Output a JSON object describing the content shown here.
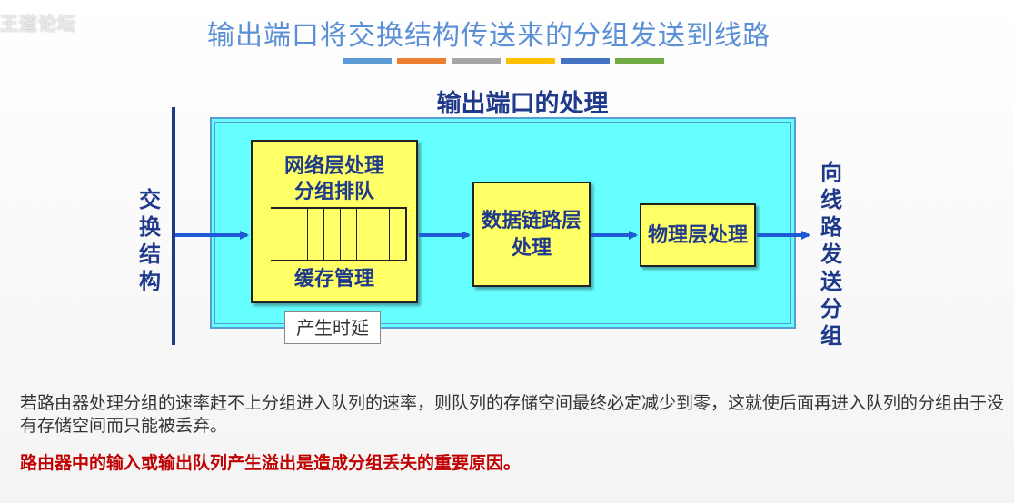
{
  "watermark": "王道论坛",
  "title": "输出端口将交换结构传送来的分组发送到线路",
  "color_bars": [
    "#5b9bd5",
    "#ed7d31",
    "#a5a5a5",
    "#ffc000",
    "#4472c4",
    "#70ad47"
  ],
  "section_title": "输出端口的处理",
  "left_label": [
    "交",
    "换",
    "结",
    "构"
  ],
  "right_label": [
    "向",
    "线",
    "路",
    "发",
    "送",
    "分",
    "组"
  ],
  "network_box": {
    "line1": "网络层处理",
    "line2": "分组排队",
    "bottom": "缓存管理"
  },
  "datalink_box": {
    "line1": "数据链路层",
    "line2": "处理"
  },
  "physical_box": {
    "line1": "物理层处理"
  },
  "delay_label": "产生时延",
  "paragraph": "若路由器处理分组的速率赶不上分组进入队列的速率，则队列的存储空间最终必定减少到零，这就使后面再进入队列的分组由于没有存储空间而只能被丢弃。",
  "conclusion": "路由器中的输入或输出队列产生溢出是造成分组丢失的重要原因。"
}
